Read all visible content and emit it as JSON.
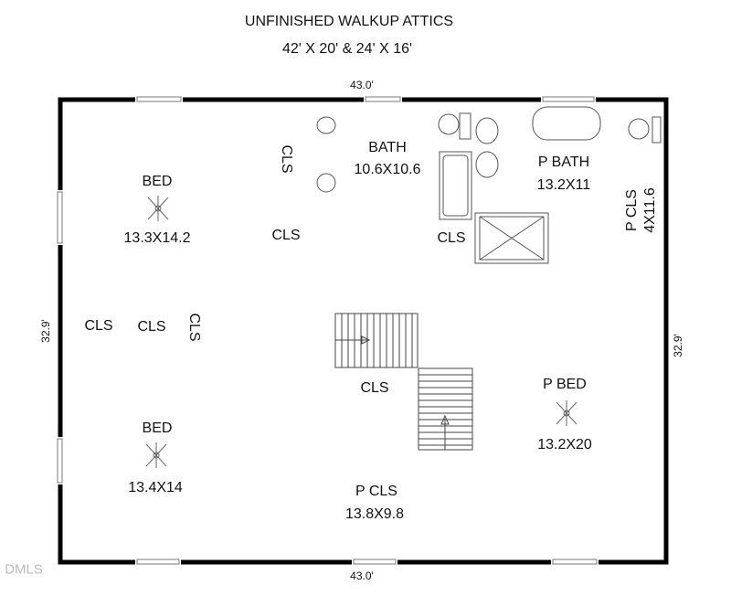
{
  "title": "UNFINISHED WALKUP ATTICS",
  "subtitle": "42' X 20'  &  24' X 16'",
  "dimensions": {
    "top": "43.0'",
    "bottom": "43.0'",
    "left": "32.9'",
    "right": "32.9'"
  },
  "rooms": {
    "bed1": {
      "name": "BED",
      "size": "13.3X14.2"
    },
    "bed2": {
      "name": "BED",
      "size": "13.4X14"
    },
    "bath": {
      "name": "BATH",
      "size": "10.6X10.6"
    },
    "pbath": {
      "name": "P BATH",
      "size": "13.2X11"
    },
    "pcls_side": {
      "name": "P CLS",
      "size": "4X11.6"
    },
    "pbed": {
      "name": "P BED",
      "size": "13.2X20"
    },
    "pcls": {
      "name": "P CLS",
      "size": "13.8X9.8"
    }
  },
  "closets": [
    "CLS",
    "CLS",
    "CLS",
    "CLS",
    "CLS",
    "CLS",
    "CLS"
  ],
  "watermark": "DMLS"
}
